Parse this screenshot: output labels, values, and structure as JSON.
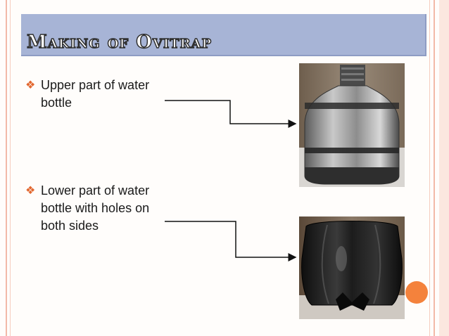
{
  "slide": {
    "title": "Making of Ovitrap",
    "bullets": [
      {
        "line1": "Upper part of water",
        "line2": "bottle",
        "line3": ""
      },
      {
        "line1": "Lower part of water",
        "line2": "bottle with holes on",
        "line3": "both sides"
      }
    ],
    "images": [
      {
        "name": "upper-bottle-photo"
      },
      {
        "name": "lower-bottle-photo"
      }
    ],
    "colors": {
      "title_bar": "#a7b4d6",
      "bullet": "#e2672f",
      "accent_circle": "#f4823c",
      "border": "#f2b9a8"
    }
  }
}
